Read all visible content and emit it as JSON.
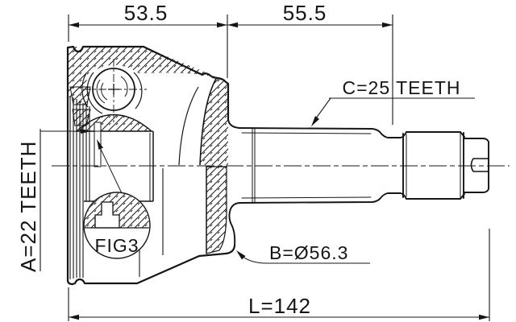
{
  "drawing": {
    "colors": {
      "line": "#151515",
      "background": "#ffffff"
    },
    "dimensions": {
      "housing_width": "53.5",
      "shaft_length": "55.5",
      "overall_length": "L=142",
      "outer_diameter": "B=Ø56.3"
    },
    "labels": {
      "inner_spline": "A=22 TEETH",
      "outer_spline": "C=25 TEETH",
      "detail_ref": "FIG3"
    }
  }
}
